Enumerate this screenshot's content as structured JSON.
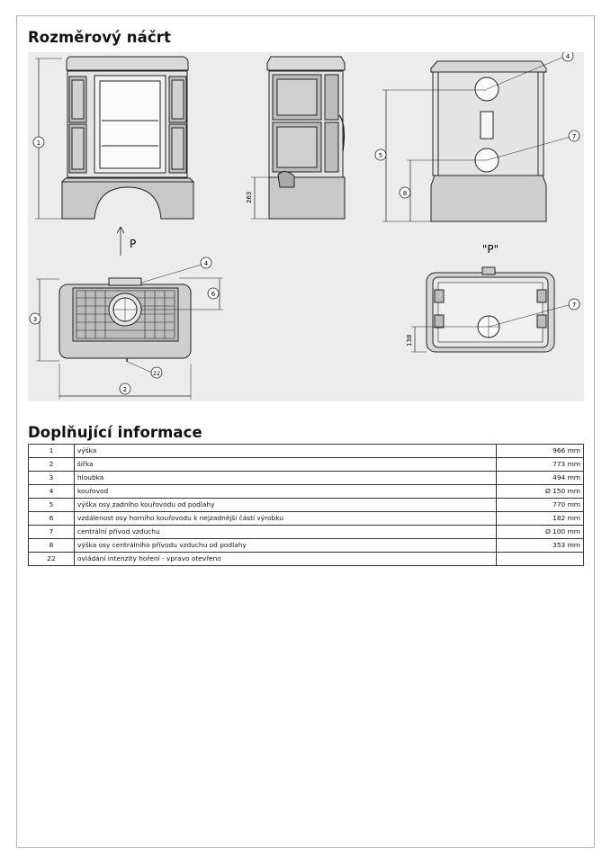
{
  "title": "Rozměrový náčrt",
  "info_title": "Doplňující informace",
  "drawing": {
    "label_p": "P",
    "label_p_view": "\"P\"",
    "dimension_263": "263",
    "dimension_138": "138",
    "callouts": [
      "1",
      "2",
      "3",
      "4",
      "5",
      "6",
      "7",
      "8",
      "22"
    ]
  },
  "rows": [
    {
      "num": "1",
      "label": "výška",
      "value": "966 mm"
    },
    {
      "num": "2",
      "label": "šířka",
      "value": "773 mm"
    },
    {
      "num": "3",
      "label": "hloubka",
      "value": "494 mm"
    },
    {
      "num": "4",
      "label": "kouřovod",
      "value": "Ø 150 mm"
    },
    {
      "num": "5",
      "label": "výška osy zadního kouřovodu od podlahy",
      "value": "770 mm"
    },
    {
      "num": "6",
      "label": "vzdálenost osy horního kouřovodu k nejzadnější části výrobku",
      "value": "182 mm"
    },
    {
      "num": "7",
      "label": "centrální přívod vzduchu",
      "value": "Ø 100 mm"
    },
    {
      "num": "8",
      "label": "výška osy centrálního přívodu vzduchu od podlahy",
      "value": "353 mm"
    },
    {
      "num": "22",
      "label": "ovládání intenzity hoření - vpravo otevřeno",
      "value": ""
    }
  ]
}
